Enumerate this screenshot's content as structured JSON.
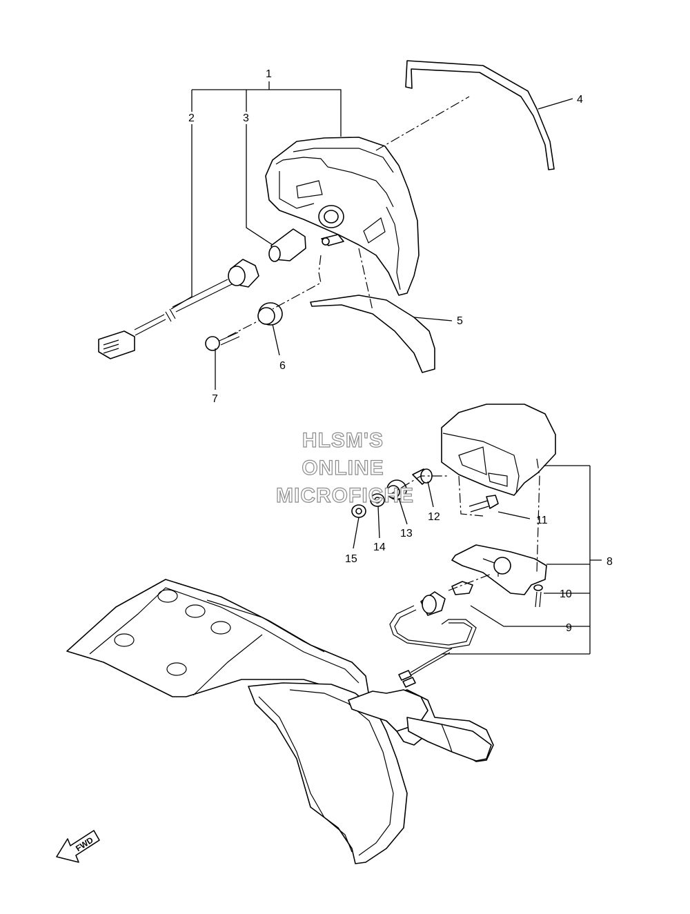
{
  "diagram": {
    "callouts": [
      {
        "id": "c1",
        "text": "1"
      },
      {
        "id": "c2",
        "text": "2"
      },
      {
        "id": "c3",
        "text": "3"
      },
      {
        "id": "c4",
        "text": "4"
      },
      {
        "id": "c5",
        "text": "5"
      },
      {
        "id": "c6",
        "text": "6"
      },
      {
        "id": "c7",
        "text": "7"
      },
      {
        "id": "c8",
        "text": "8"
      },
      {
        "id": "c9",
        "text": "9"
      },
      {
        "id": "c10",
        "text": "10"
      },
      {
        "id": "c11",
        "text": "11"
      },
      {
        "id": "c12",
        "text": "12"
      },
      {
        "id": "c13",
        "text": "13"
      },
      {
        "id": "c14",
        "text": "14"
      },
      {
        "id": "c15",
        "text": "15"
      }
    ],
    "watermark": {
      "line1": "HLSM'S",
      "line2": "ONLINE",
      "line3": "MICROFICHE"
    },
    "direction_badge": "FWD"
  }
}
